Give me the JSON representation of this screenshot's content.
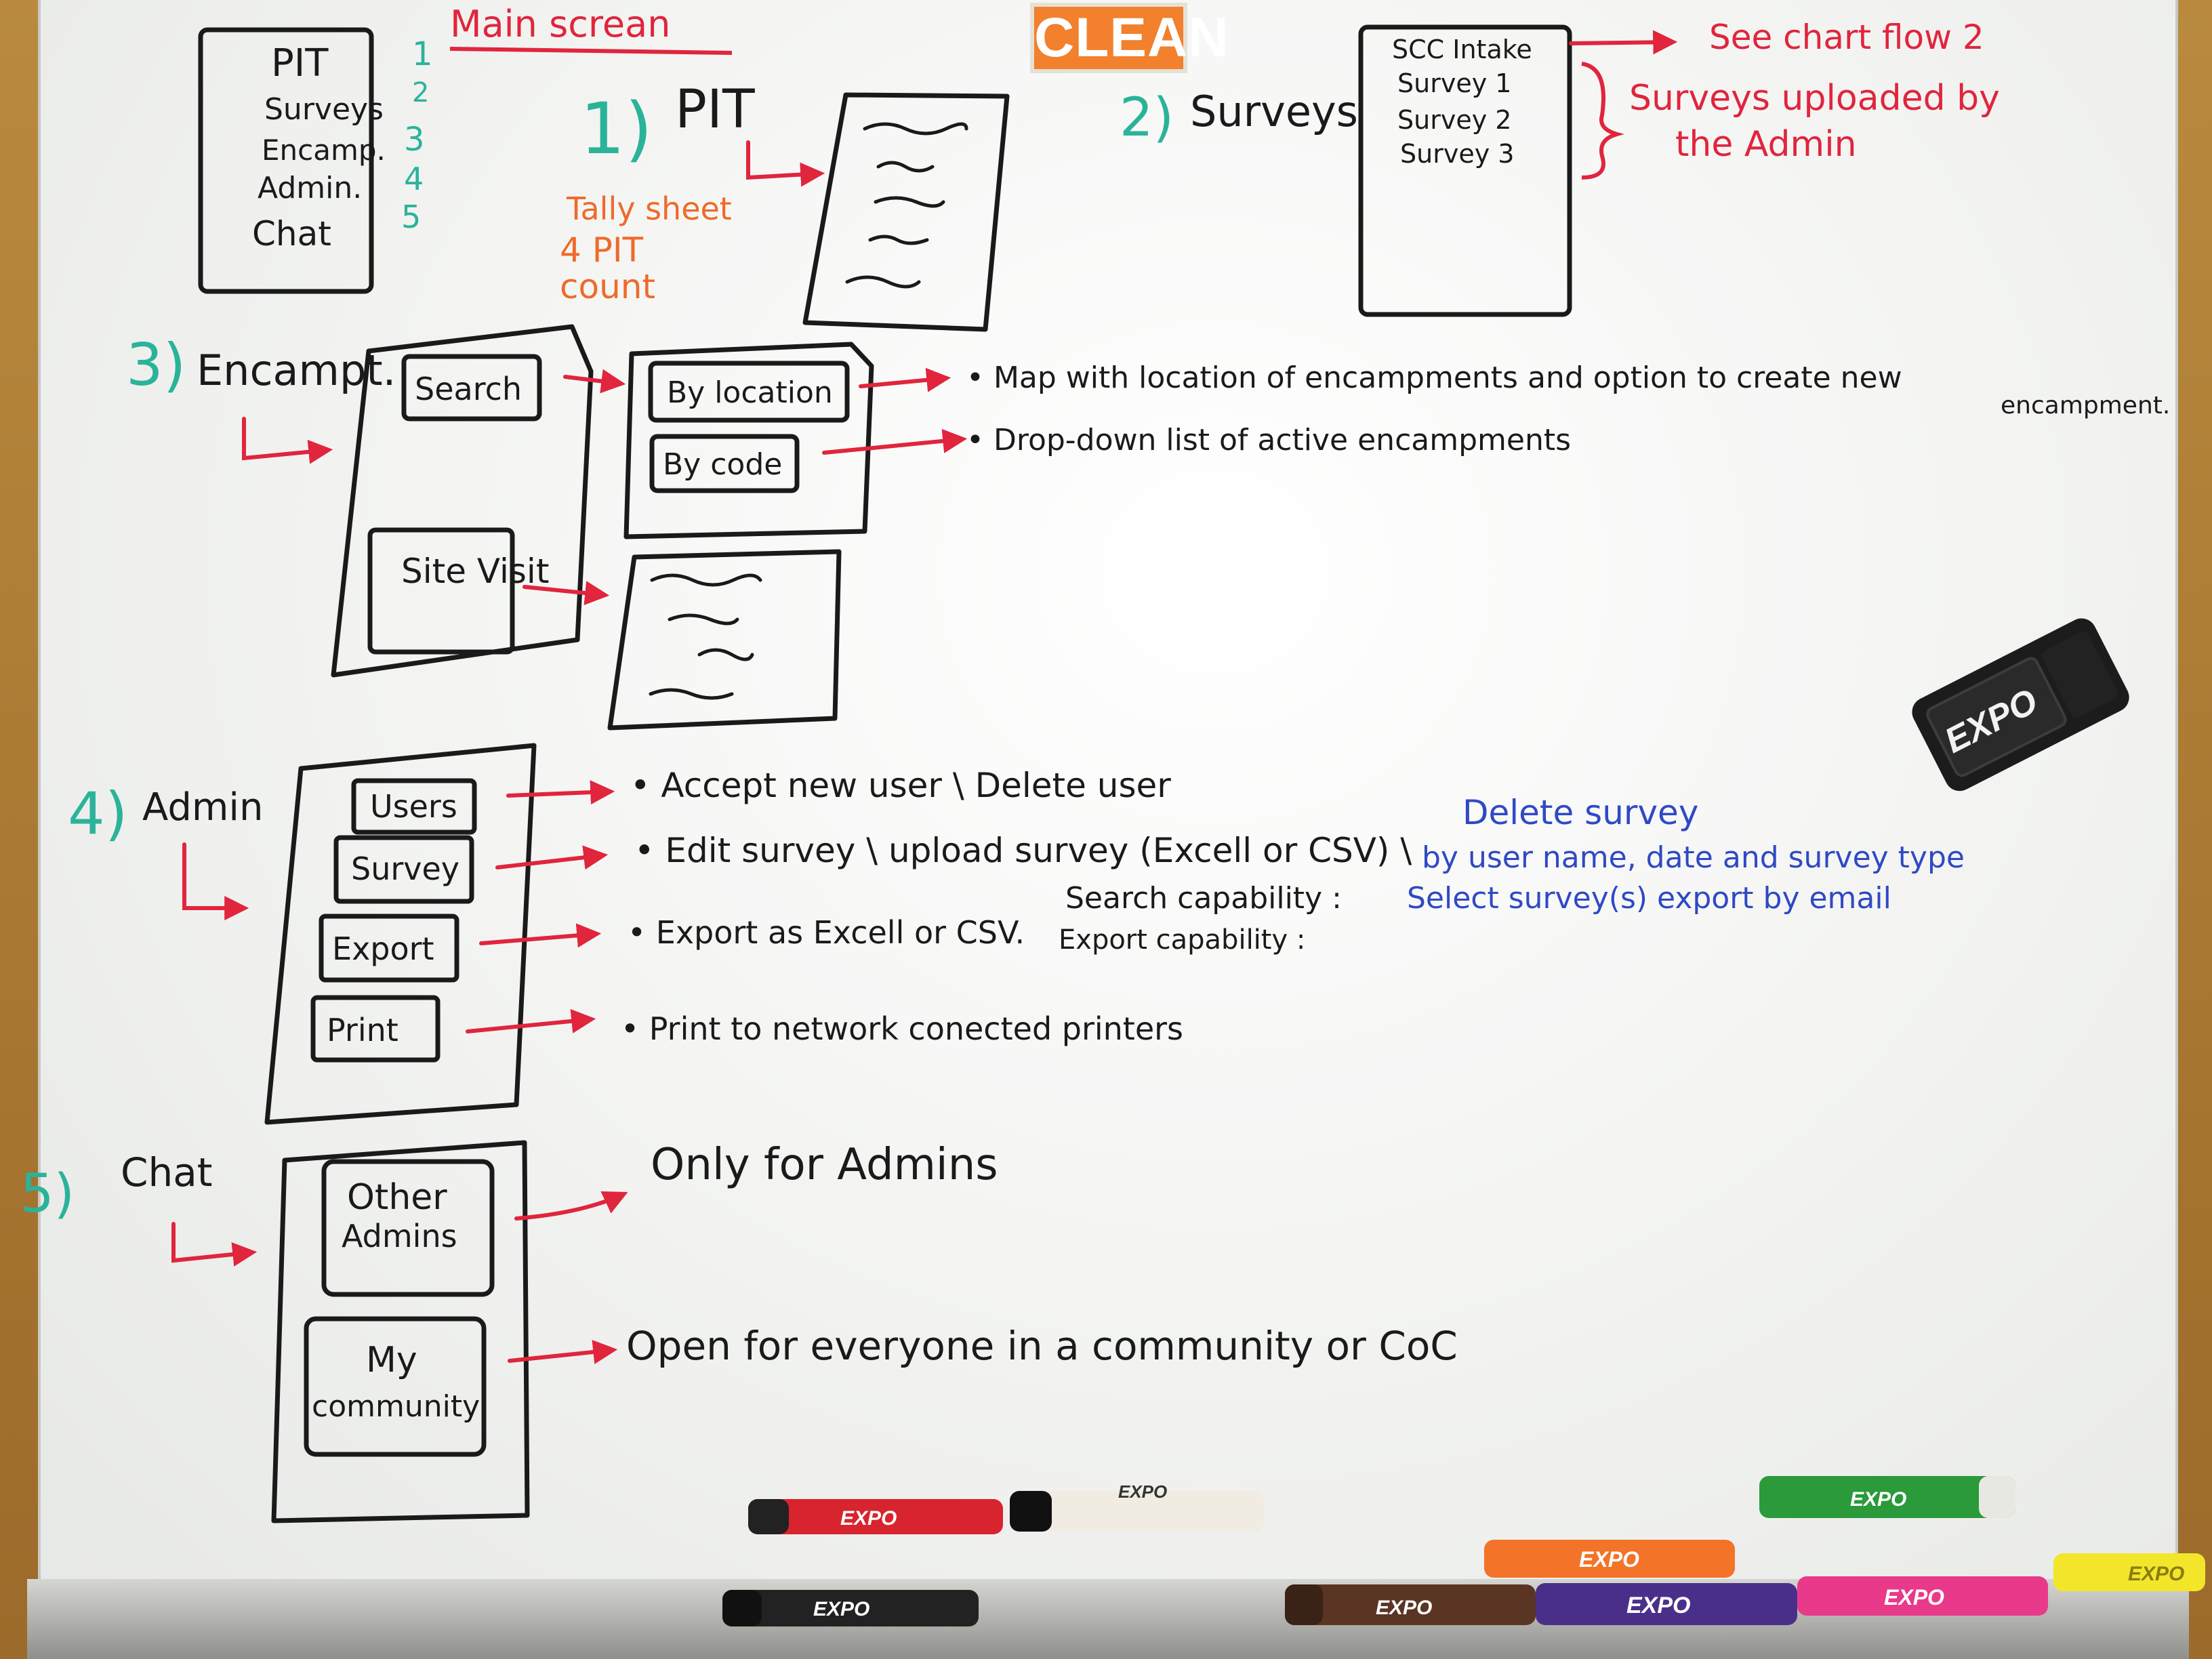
{
  "clean_sign": "CLEAN",
  "title": "Main screan",
  "main_menu": {
    "items": [
      "PIT",
      "Surveys",
      "Encamp.",
      "Admin.",
      "Chat"
    ],
    "numbers": [
      "1",
      "2",
      "3",
      "4",
      "5"
    ]
  },
  "section1": {
    "number": "1)",
    "title": "PIT",
    "note_lines": [
      "Tally sheet",
      "4 PIT",
      "count"
    ]
  },
  "section2": {
    "number": "2)",
    "title": "Surveys",
    "list": [
      "SCC Intake",
      "Survey 1",
      "Survey 2",
      "Survey 3"
    ],
    "flow_note": "See chart flow 2",
    "upload_note_lines": [
      "Surveys uploaded by",
      "the Admin"
    ]
  },
  "section3": {
    "number": "3)",
    "title": "Encampt.",
    "buttons": [
      "Search",
      "Site Visit"
    ],
    "sub_buttons": [
      "By location",
      "By code"
    ],
    "notes": [
      "• Map with location of encampments and option to create new",
      "encampment.",
      "• Drop-down list of active encampments"
    ]
  },
  "section4": {
    "number": "4)",
    "title": "Admin",
    "buttons": [
      "Users",
      "Survey",
      "Export",
      "Print"
    ],
    "notes": {
      "users": "• Accept new user \\ Delete user",
      "survey_a": "• Edit survey \\ upload survey (Excell or CSV) \\",
      "survey_b": "Delete survey",
      "export": "• Export as Excell or CSV.",
      "search_label": "Search capability :",
      "search_detail": "by user name, date and survey type",
      "export_cap_label": "Export capability :",
      "export_cap_detail": "Select survey(s) export by email",
      "print": "• Print to network conected printers"
    }
  },
  "section5": {
    "number": "5)",
    "title": "Chat",
    "buttons": [
      [
        "Other",
        "Admins"
      ],
      [
        "My",
        "community"
      ]
    ],
    "notes": [
      "Only for Admins",
      "Open for everyone in a community or CoC"
    ]
  },
  "eraser_brand": "EXPO",
  "colors": {
    "black_ink": "#1a1a1a",
    "red_ink": "#e0253d",
    "orange_ink": "#ef6a2a",
    "green_ink": "#2bb39a",
    "blue_ink": "#2f49c5",
    "frame": "#a9782f"
  },
  "markers": [
    {
      "label": "EXPO",
      "color": "#d8242e"
    },
    {
      "label": "EXPO",
      "color": "#222222"
    },
    {
      "label": "EXPO",
      "color": "#f1ece1"
    },
    {
      "label": "EXPO",
      "color": "#5a3524"
    },
    {
      "label": "EXPO",
      "color": "#4a2f8a"
    },
    {
      "label": "EXPO",
      "color": "#f37328"
    },
    {
      "label": "EXPO",
      "color": "#2a9a3a"
    },
    {
      "label": "EXPO",
      "color": "#e8398a"
    },
    {
      "label": "EXPO",
      "color": "#f3e62a"
    }
  ]
}
